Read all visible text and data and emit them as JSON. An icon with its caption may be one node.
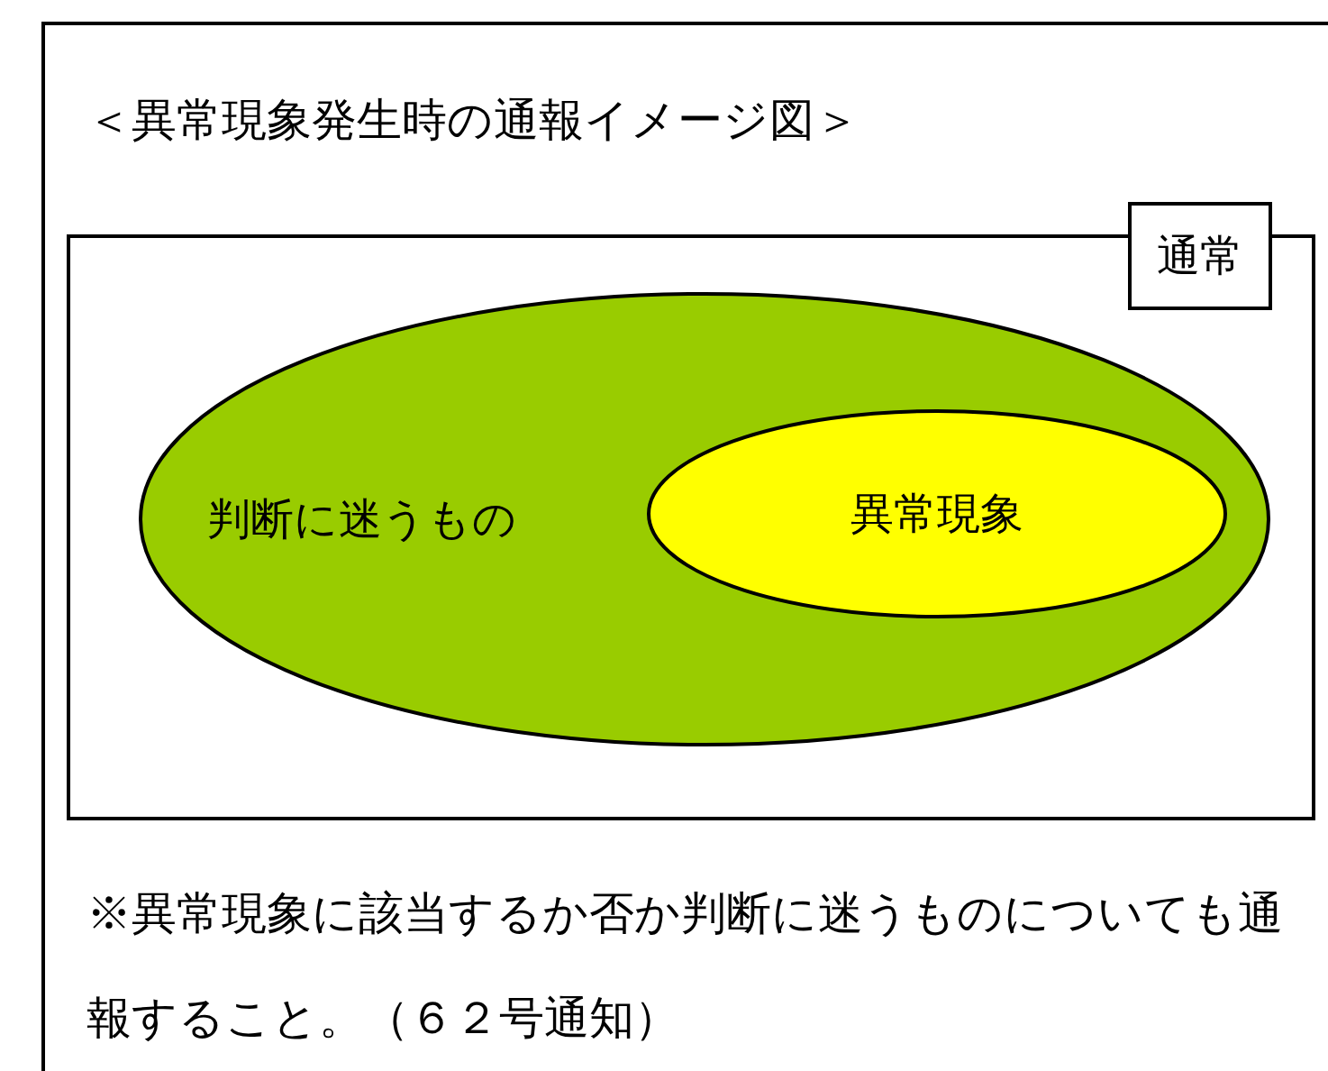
{
  "diagram": {
    "title": "＜異常現象発生時の通報イメージ図＞",
    "nodes": [
      {
        "text": [
          "通常"
        ]
      },
      {
        "text": [
          "判断に迷うもの"
        ],
        "in": 0
      },
      {
        "text": [
          "異常現象"
        ],
        "in": 1
      }
    ],
    "caption": "※異常現象に該当するか否か判断に迷うものについても通報すること。（６２号通知）"
  }
}
